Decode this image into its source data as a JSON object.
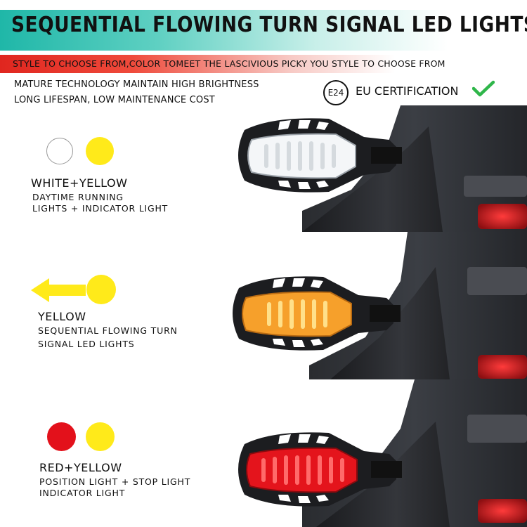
{
  "header": {
    "title": "SEQUENTIAL FLOWING TURN SIGNAL LED LIGHTS",
    "subtitle": "STYLE TO CHOOSE FROM,COLOR TOMEET THE LASCIVIOUS PICKY YOU STYLE TO CHOOSE FROM"
  },
  "features": {
    "line1": "MATURE TECHNOLOGY MAINTAIN HIGH BRIGHTNESS",
    "line2": "LONG LIFESPAN, LOW MAINTENANCE COST"
  },
  "certification": {
    "badge": "E24",
    "label": "EU CERTIFICATION"
  },
  "variants": [
    {
      "name": "WHITE+YELLOW",
      "desc_line1": "DAYTIME RUNNING",
      "desc_line2": "LIGHTS + INDICATOR LIGHT",
      "color_a": "#ffffff",
      "color_b": "#ffea1a"
    },
    {
      "name": "YELLOW",
      "desc_line1": "SEQUENTIAL FLOWING TURN",
      "desc_line2": "SIGNAL LED LIGHTS",
      "color_a": "#ffea1a",
      "color_b": "#ffea1a"
    },
    {
      "name": "RED+YELLOW",
      "desc_line1": "POSITION LIGHT + STOP LIGHT",
      "desc_line2": "INDICATOR LIGHT",
      "color_a": "#e3111b",
      "color_b": "#ffea1a"
    }
  ],
  "colors": {
    "title_gradient_start": "#1fb7a8",
    "subtitle_gradient_start": "#e0261f",
    "check_green": "#2fb64a",
    "amber_lens": "#f6a02b",
    "red_lens": "#e4141c",
    "white_lens": "#f4f6f8"
  }
}
